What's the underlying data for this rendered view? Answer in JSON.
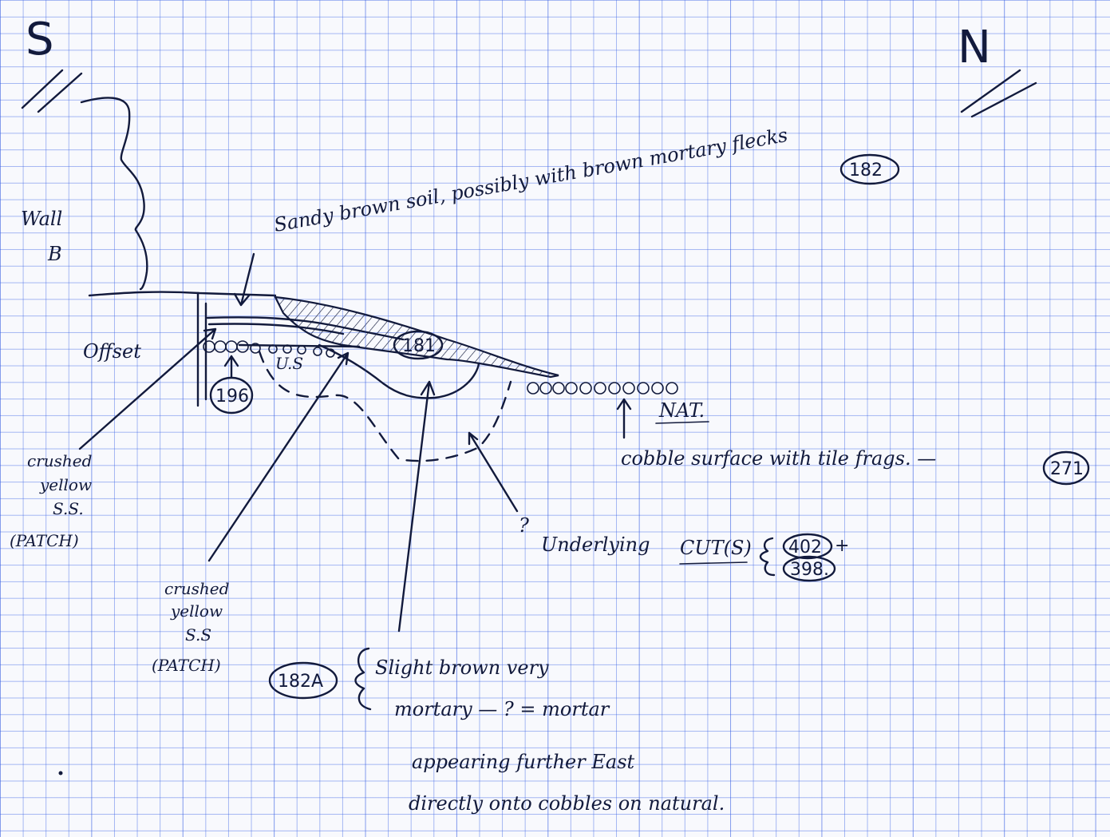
{
  "compass": {
    "south": "S",
    "north": "N"
  },
  "wall": {
    "line1": "Wall",
    "line2": "B"
  },
  "offset_label": "Offset",
  "top_note": {
    "text": "Sandy brown soil, possibly with brown mortary flecks",
    "context": "182"
  },
  "contexts": {
    "c181": "181",
    "c196": "196",
    "c182a": "182A"
  },
  "nat": {
    "label": "NAT.",
    "note": "cobble surface with tile frags. —",
    "context": "271"
  },
  "left_patch": {
    "line1": "crushed",
    "line2": "yellow",
    "line3": "S.S.",
    "line4": "(PATCH)"
  },
  "mid_patch": {
    "line1": "crushed",
    "line2": "yellow",
    "line3": "S.S",
    "line4": "(PATCH)"
  },
  "cut_note": {
    "q": "?",
    "text": "Underlying",
    "cut": "CUT(S)",
    "ctx1": "402",
    "plus": "+",
    "ctx2": "398."
  },
  "bottom_note": {
    "line1": "Slight brown very",
    "line2": "mortary — ? = mortar",
    "line3": "appearing further East",
    "line4": "directly onto cobbles on natural."
  },
  "us_label": "U.S"
}
